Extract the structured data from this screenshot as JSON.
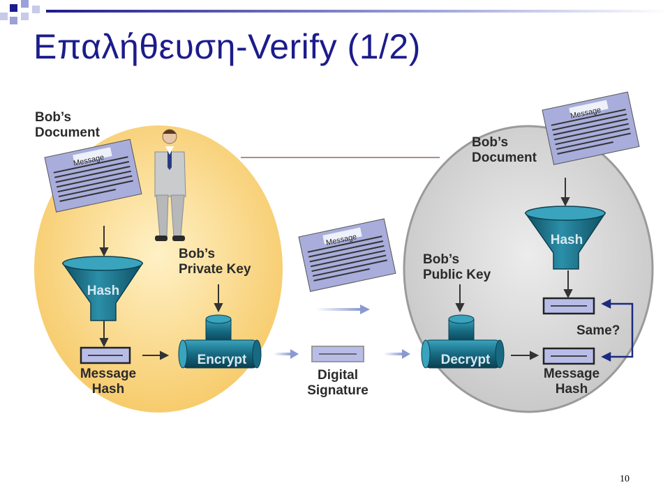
{
  "slide": {
    "title": "Επαλήθευση-Verify (1/2)",
    "page_number": "10"
  },
  "diagram": {
    "left_doc_label": [
      "Bob’s",
      "Document"
    ],
    "right_doc_label": [
      "Bob’s",
      "Document"
    ],
    "message_label": "Message",
    "hash_label": "Hash",
    "private_key_label": [
      "Bob’s",
      "Private Key"
    ],
    "public_key_label": [
      "Bob’s",
      "Public Key"
    ],
    "encrypt_label": "Encrypt",
    "decrypt_label": "Decrypt",
    "left_message_hash_label": [
      "Message",
      "Hash"
    ],
    "right_message_hash_label": [
      "Message",
      "Hash"
    ],
    "digital_signature_label": [
      "Digital",
      "Signature"
    ],
    "same_label": "Same?"
  },
  "colors": {
    "title": "#1c1c8c",
    "left_zone": "#fbd98a",
    "right_zone": "#d6d6d6",
    "funnel": "#1c6f86",
    "pipe": "#1c6f86",
    "hash_box": "#b8bde8",
    "document": "#a8addb"
  }
}
